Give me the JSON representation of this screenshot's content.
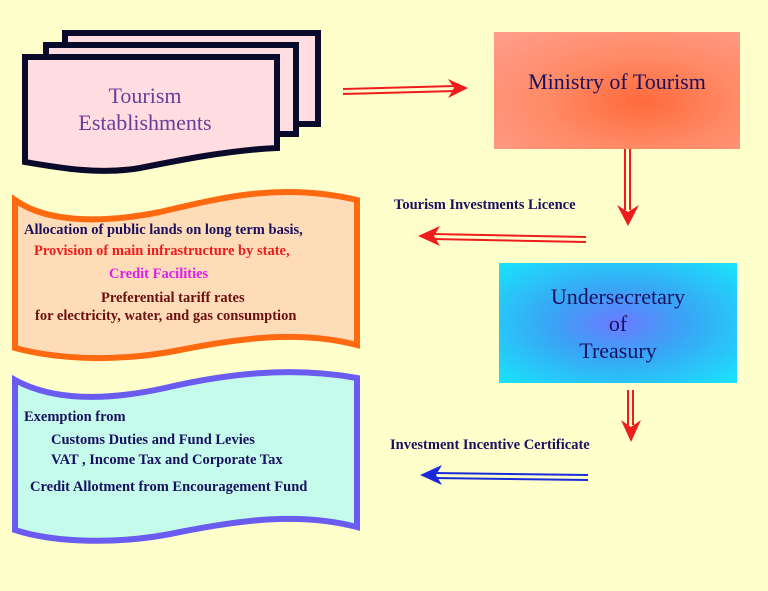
{
  "nodes": {
    "tourism_establishments": {
      "line1": "Tourism",
      "line2": "Establishments"
    },
    "ministry": {
      "label": "Ministry of Tourism"
    },
    "treasury": {
      "line1": "Undersecretary",
      "line2": "of",
      "line3": "Treasury"
    }
  },
  "edges": {
    "licence": {
      "label": "Tourism Investments Licence"
    },
    "certificate": {
      "label": "Investment Incentive Certificate"
    }
  },
  "licence_benefits": [
    "Allocation of public lands  on long term basis,",
    "Provision of main infrastructure by state,",
    "Credit Facilities",
    "Preferential tariff rates",
    "for electricity, water, and gas consumption"
  ],
  "certificate_benefits": {
    "heading": "Exemption from",
    "items": [
      "Customs Duties and Fund Levies",
      "VAT , Income Tax and Corporate Tax"
    ],
    "extra": "Credit Allotment from  Encouragement Fund"
  },
  "colors": {
    "background": "#ffffcc",
    "arrow_red": "#ee1c1c",
    "arrow_blue": "#1a2ad8",
    "orange_border": "#ff6a10",
    "blue_border": "#6a5cf0"
  }
}
